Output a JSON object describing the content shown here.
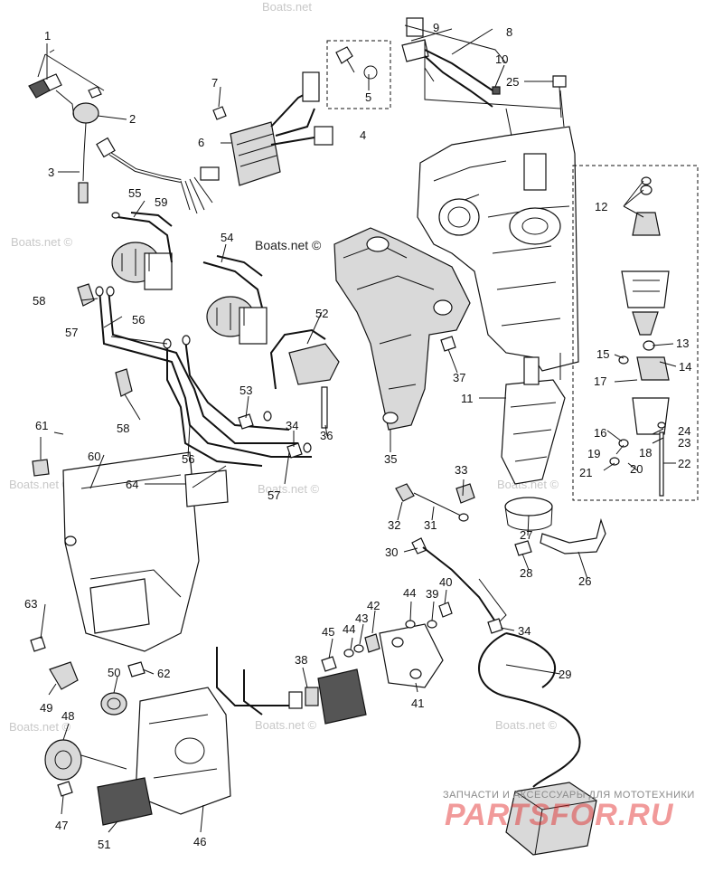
{
  "watermarks": {
    "main": "Boats.net ©",
    "faint": "Boats.net ©",
    "top_corner": "Boats.net"
  },
  "brand": {
    "tagline": "ЗАПЧАСТИ И АКСЕССУАРЫ ДЛЯ МОТОТЕХНИКИ",
    "name": "PARTSFOR.RU",
    "color": "#e02020"
  },
  "part_labels": {
    "p1": "1",
    "p2": "2",
    "p3": "3",
    "p4": "4",
    "p5": "5",
    "p6": "6",
    "p7": "7",
    "p8": "8",
    "p9": "9",
    "p10": "10",
    "p11": "11",
    "p12": "12",
    "p13": "13",
    "p14": "14",
    "p15": "15",
    "p16": "16",
    "p17": "17",
    "p18": "18",
    "p19": "19",
    "p20": "20",
    "p21": "21",
    "p22": "22",
    "p23": "23",
    "p24": "24",
    "p25": "25",
    "p26": "26",
    "p27": "27",
    "p28": "28",
    "p29": "29",
    "p30": "30",
    "p31": "31",
    "p32": "32",
    "p33": "33",
    "p34a": "34",
    "p34b": "34",
    "p35": "35",
    "p36": "36",
    "p37": "37",
    "p38": "38",
    "p39": "39",
    "p40": "40",
    "p41": "41",
    "p42": "42",
    "p43": "43",
    "p44a": "44",
    "p44b": "44",
    "p45": "45",
    "p46": "46",
    "p47": "47",
    "p48": "48",
    "p49": "49",
    "p50": "50",
    "p51": "51",
    "p52": "52",
    "p53": "53",
    "p54": "54",
    "p55": "55",
    "p56a": "56",
    "p56b": "56",
    "p57a": "57",
    "p57b": "57",
    "p58a": "58",
    "p58b": "58",
    "p59": "59",
    "p60": "60",
    "p61": "61",
    "p62": "62",
    "p63": "63",
    "p64": "64"
  }
}
